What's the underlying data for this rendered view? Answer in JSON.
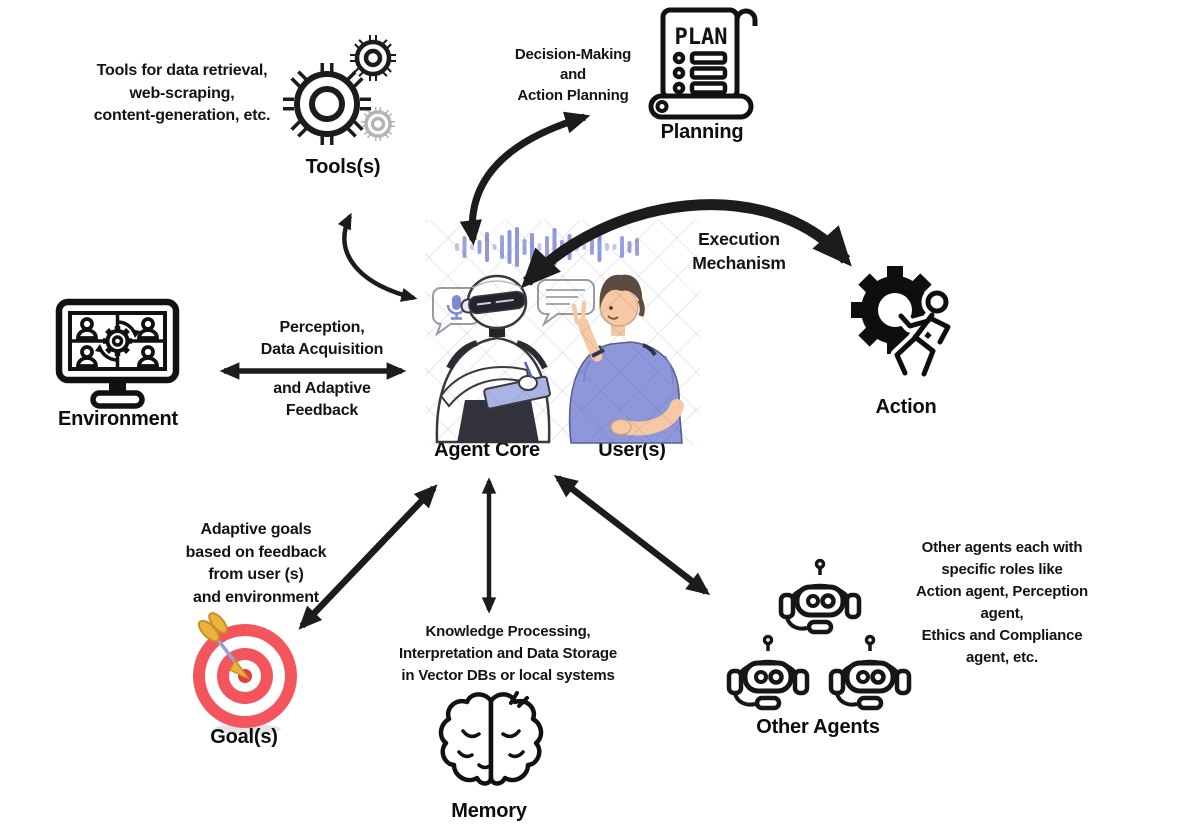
{
  "nodes": {
    "tools": {
      "label": "Tools(s)",
      "annotation": "Tools for data retrieval,\nweb-scraping,\ncontent-generation, etc.",
      "icon": "gears-icon"
    },
    "planning": {
      "label": "Planning",
      "icon_text": "PLAN",
      "annotation": "Decision-Making\nand\nAction Planning",
      "icon": "plan-scroll-icon"
    },
    "action": {
      "label": "Action",
      "annotation": "Execution\nMechanism",
      "icon": "gear-runner-icon"
    },
    "environment": {
      "label": "Environment",
      "annotation_top": "Perception,\nData Acquisition",
      "annotation_bottom": "and Adaptive\nFeedback",
      "icon": "monitor-meeting-icon"
    },
    "agent_core": {
      "label": "Agent Core",
      "icon": "robot-writing-illustration"
    },
    "users": {
      "label": "User(s)",
      "icon": "person-pointing-illustration"
    },
    "goals": {
      "label": "Goal(s)",
      "annotation": "Adaptive goals\nbased on feedback\nfrom user (s)\nand environment",
      "icon": "dartboard-icon"
    },
    "memory": {
      "label": "Memory",
      "annotation": "Knowledge Processing,\nInterpretation and Data Storage\nin Vector DBs or local systems",
      "icon": "brain-icon"
    },
    "other_agents": {
      "label": "Other Agents",
      "annotation": "Other agents  each with\nspecific roles like\nAction agent, Perception agent,\nEthics and Compliance agent, etc.",
      "icon": "chatbot-heads-icon"
    }
  },
  "connections": [
    {
      "from": "agent_core",
      "to": "tools",
      "bidirectional": true
    },
    {
      "from": "agent_core",
      "to": "planning",
      "bidirectional": true
    },
    {
      "from": "agent_core",
      "to": "action",
      "bidirectional": true,
      "label": "Execution Mechanism"
    },
    {
      "from": "agent_core",
      "to": "environment",
      "bidirectional": true,
      "label": "Perception, Data Acquisition and Adaptive Feedback"
    },
    {
      "from": "agent_core",
      "to": "goals",
      "bidirectional": true
    },
    {
      "from": "agent_core",
      "to": "memory",
      "bidirectional": true
    },
    {
      "from": "agent_core",
      "to": "other_agents",
      "bidirectional": true
    }
  ],
  "colors": {
    "text": "#121212",
    "arrow": "#1c1c1c",
    "accent_periwinkle": "#8e99d9",
    "wave_light": "#c4c9ec",
    "target_red": "#f4555c",
    "dart_gold": "#eeb13c",
    "skin": "#f6c9a4",
    "hair_brown": "#5d4a41",
    "robot_dark": "#26262f"
  }
}
